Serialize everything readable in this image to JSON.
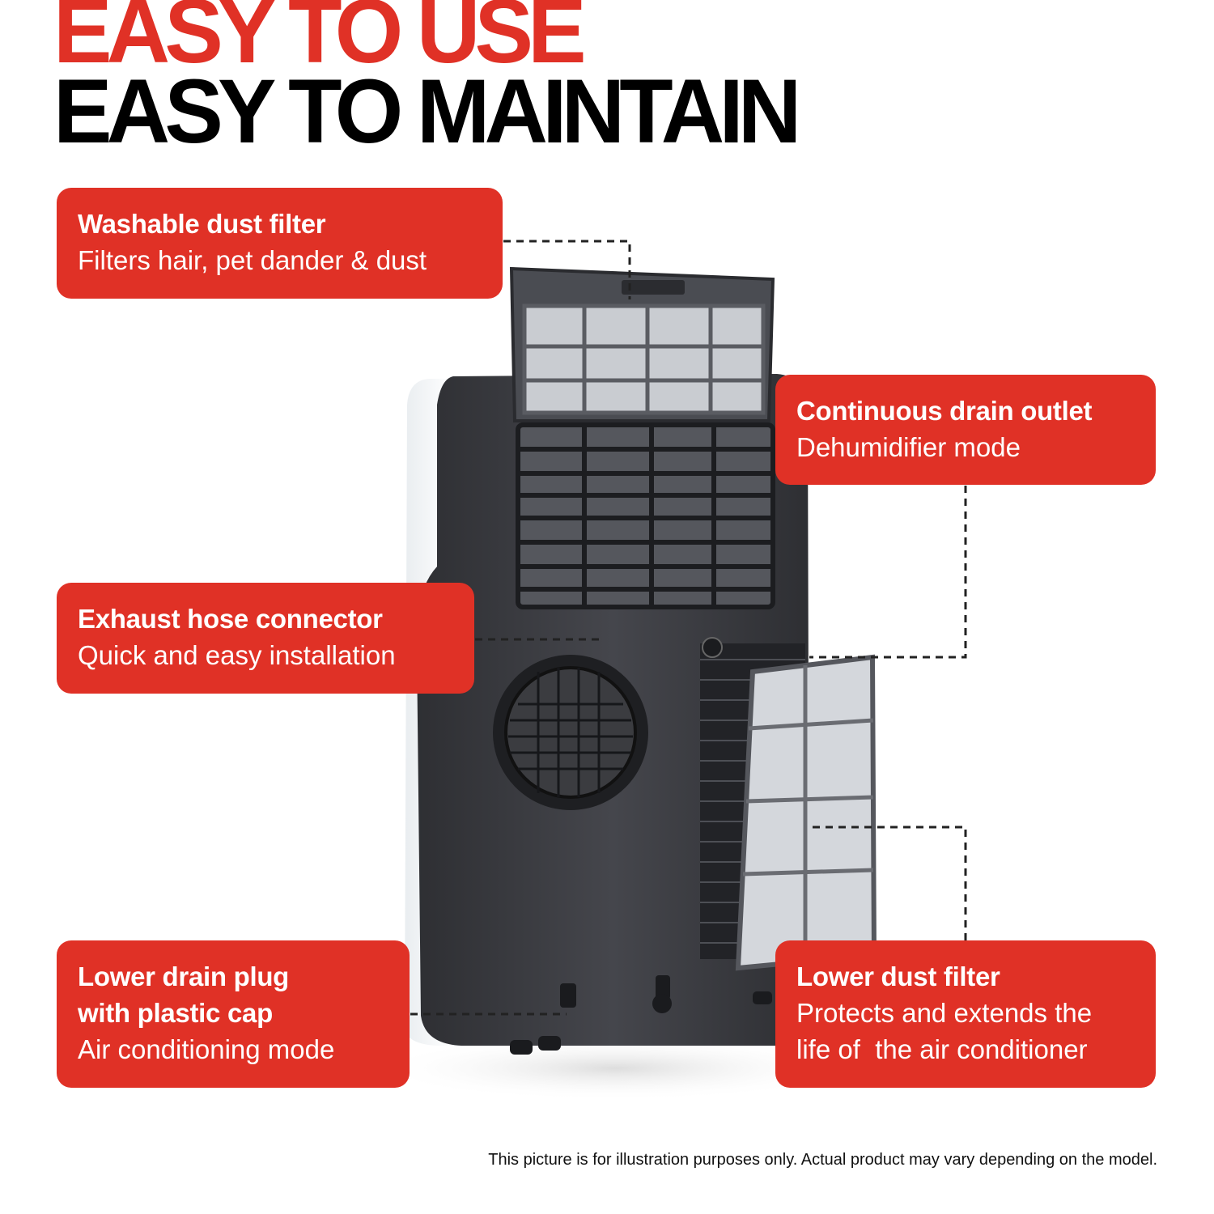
{
  "headline": {
    "line1": "EASY TO USE",
    "line2": "EASY TO MAINTAIN"
  },
  "callouts": [
    {
      "title": "Washable dust filter",
      "lines": [
        "Filters hair, pet dander & dust"
      ]
    },
    {
      "title": "Continuous drain outlet",
      "lines": [
        "Dehumidifier mode"
      ]
    },
    {
      "title": "Exhaust hose connector",
      "lines": [
        "Quick and easy installation"
      ]
    },
    {
      "title": "Lower drain plug",
      "title2": "with plastic cap",
      "lines": [
        "Air conditioning mode"
      ]
    },
    {
      "title": "Lower dust filter",
      "lines": [
        "Protects and extends the",
        "life of  the air conditioner"
      ]
    }
  ],
  "footer": "This picture is for illustration purposes only. Actual product may vary depending on the model.",
  "colors": {
    "accent": "#e03126",
    "body": "#3a3b40",
    "text": "#000000"
  }
}
